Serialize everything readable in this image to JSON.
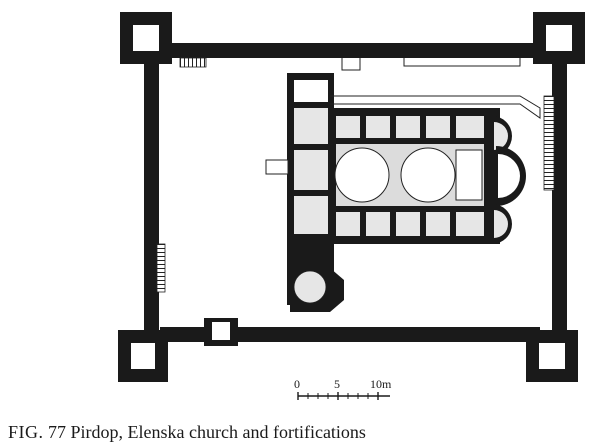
{
  "figure": {
    "label": "FIG.",
    "number": "77",
    "title": "Pirdop, Elenska church and fortifications"
  },
  "scale_bar": {
    "ticks": [
      "0",
      "5",
      "10m"
    ]
  },
  "colors": {
    "wall": "#1a1a1a",
    "paper": "#ffffff",
    "hatch": "#333333",
    "fill_light": "#d8d8d8"
  }
}
